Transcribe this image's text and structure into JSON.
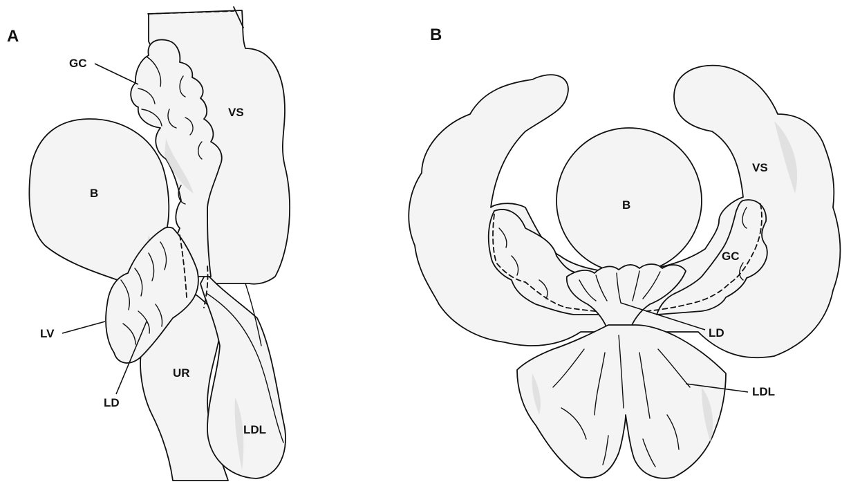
{
  "panels": {
    "a": {
      "letter": "A",
      "labels": {
        "gc": "GC",
        "vs": "VS",
        "b": "B",
        "lv": "LV",
        "ld": "LD",
        "ur": "UR",
        "ldl": "LDL"
      }
    },
    "b": {
      "letter": "B",
      "labels": {
        "b": "B",
        "vs": "VS",
        "gc": "GC",
        "ld": "LD",
        "ldl": "LDL"
      }
    }
  }
}
